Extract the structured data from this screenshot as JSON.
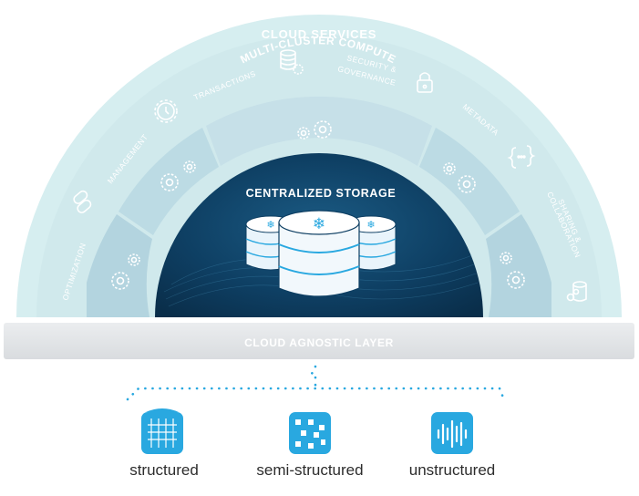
{
  "diagram": {
    "cloud_services": {
      "title": "CLOUD SERVICES",
      "items": [
        {
          "label": "OPTIMIZATION",
          "icon": "link-icon"
        },
        {
          "label": "MANAGEMENT",
          "icon": "gear-clock-icon"
        },
        {
          "label": "TRANSACTIONS",
          "icon": "database-gear-icon"
        },
        {
          "label": "SECURITY &",
          "label2": "GOVERNANCE",
          "icon": "lock-icon"
        },
        {
          "label": "METADATA",
          "icon": "braces-icon"
        },
        {
          "label": "SHARING &",
          "label2": "COLLABORATION",
          "icon": "share-db-icon"
        }
      ]
    },
    "compute": {
      "title": "MULTI-CLUSTER COMPUTE",
      "icon": "gears-icon"
    },
    "storage": {
      "title": "CENTRALIZED STORAGE",
      "icon": "snowflake-database-icon"
    },
    "base_layer": {
      "title": "CLOUD AGNOSTIC LAYER"
    },
    "data_types": [
      {
        "label": "structured",
        "icon": "structured-data-icon"
      },
      {
        "label": "semi-structured",
        "icon": "semi-structured-data-icon"
      },
      {
        "label": "unstructured",
        "icon": "unstructured-data-icon"
      }
    ],
    "colors": {
      "outer_arc": "#cfe9ec",
      "compute_arc": "#b8d8e2",
      "storage_dark": "#0d3a5a",
      "accent_blue": "#29a8e0",
      "base_layer": "#e3e5e7"
    }
  }
}
